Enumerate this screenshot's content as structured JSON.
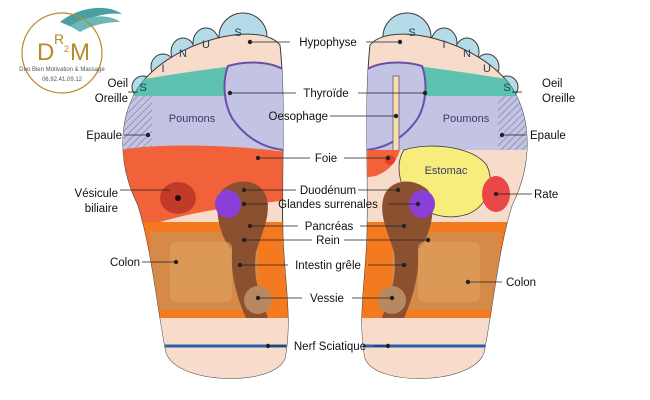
{
  "logo": {
    "monogram_left": "D",
    "monogram_right": "M",
    "monogram_sub": "R",
    "monogram_num": "2",
    "tagline": "Duo Bien Motivation & Massage",
    "phone": "06.92.41.09.12"
  },
  "toe_letters": [
    "S",
    "I",
    "N",
    "U",
    "S"
  ],
  "zone_labels": {
    "poumons_left": "Poumons",
    "poumons_right": "Poumons",
    "estomac": "Estomac"
  },
  "labels": {
    "hypophyse": "Hypophyse",
    "oeil_left": "Oeil",
    "oreille_left": "Oreille",
    "oeil_right": "Oeil",
    "oreille_right": "Oreille",
    "thyroide": "Thyroïde",
    "oesophage": "Oesophage",
    "epaule_left": "Epaule",
    "epaule_right": "Epaule",
    "foie": "Foie",
    "vesicule_line1": "Vésicule",
    "vesicule_line2": "biliaire",
    "rate": "Rate",
    "duodenum": "Duodénum",
    "glandes": "Glandes surrenales",
    "pancreas": "Pancréas",
    "rein": "Rein",
    "colon_left": "Colon",
    "colon_right": "Colon",
    "intestin": "Intestin grêle",
    "vessie": "Vessie",
    "nerf": "Nerf Sciatique"
  },
  "colors": {
    "foot": "#f7dccb",
    "toe": "#b5dbe8",
    "eye_zone": "#5ec2b0",
    "lungs": "#c3c3e3",
    "liver": "#f2623a",
    "gallbladder": "#c23a2a",
    "stomach": "#f6ed7c",
    "spleen": "#ea4848",
    "adrenal": "#8b3fd9",
    "kidney": "#8a5030",
    "colon": "#f47a20",
    "small_intestine": "#d58a48",
    "bladder": "#b88860",
    "sciatic": "#2a5fb0",
    "leaf": "#4aa0a0",
    "gold": "#b88a2a"
  }
}
